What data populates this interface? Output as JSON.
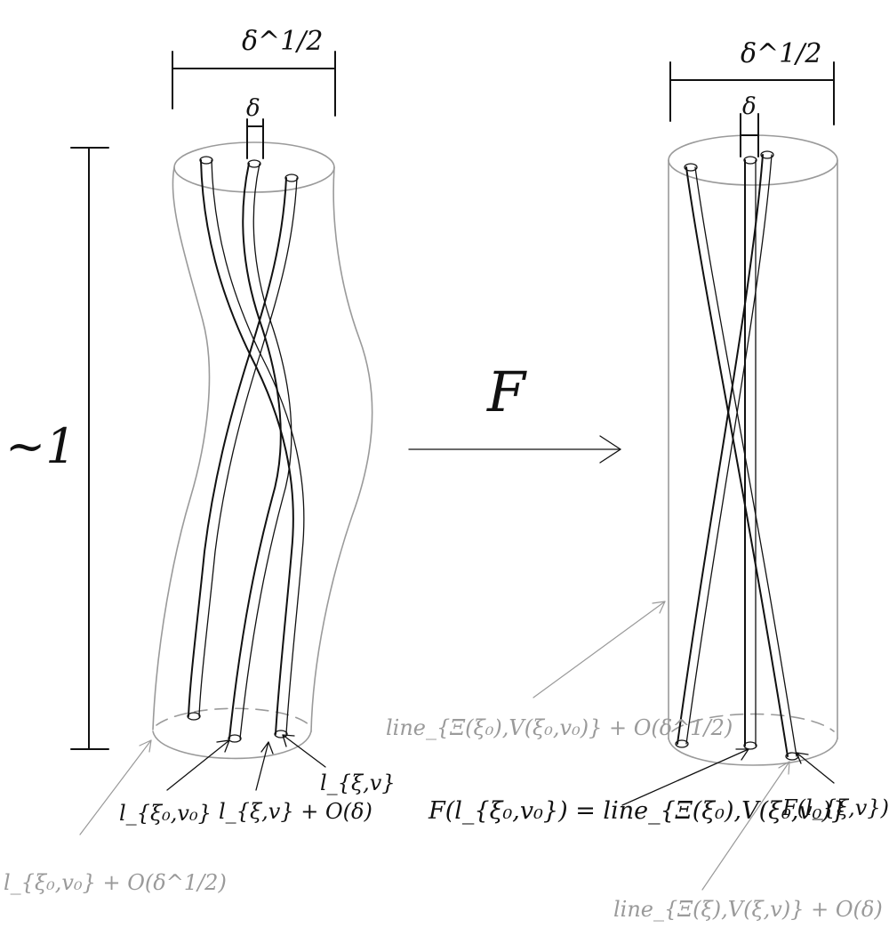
{
  "labels": {
    "delta_half_left": "δ^1/2",
    "delta_half_right": "δ^1/2",
    "delta_left": "δ",
    "delta_right": "δ",
    "scale": "~1",
    "map": "F",
    "l_xi0_v0": "l_{ξ₀,v₀}",
    "l_xi_v": "l_{ξ,v}",
    "l_xi_v_plus": "l_{ξ,v} + O(δ)",
    "l_xi0_v0_plus": "l_{ξ₀,v₀} + O(δ^1/2)",
    "line_xi0_v0_plus": "line_{Ξ(ξ₀),V(ξ₀,v₀)} + O(δ^1/2)",
    "F_equation": "F(l_{ξ₀,v₀}) = line_{Ξ(ξ₀),V(ξ₀,v₀)}",
    "F_l_xi_v": "F(l_{ξ,v})",
    "line_xi_v_plus": "line_{Ξ(ξ),V(ξ,v)} + O(δ)"
  },
  "colors": {
    "ink": "#111111",
    "faint": "#9a9a9a"
  }
}
